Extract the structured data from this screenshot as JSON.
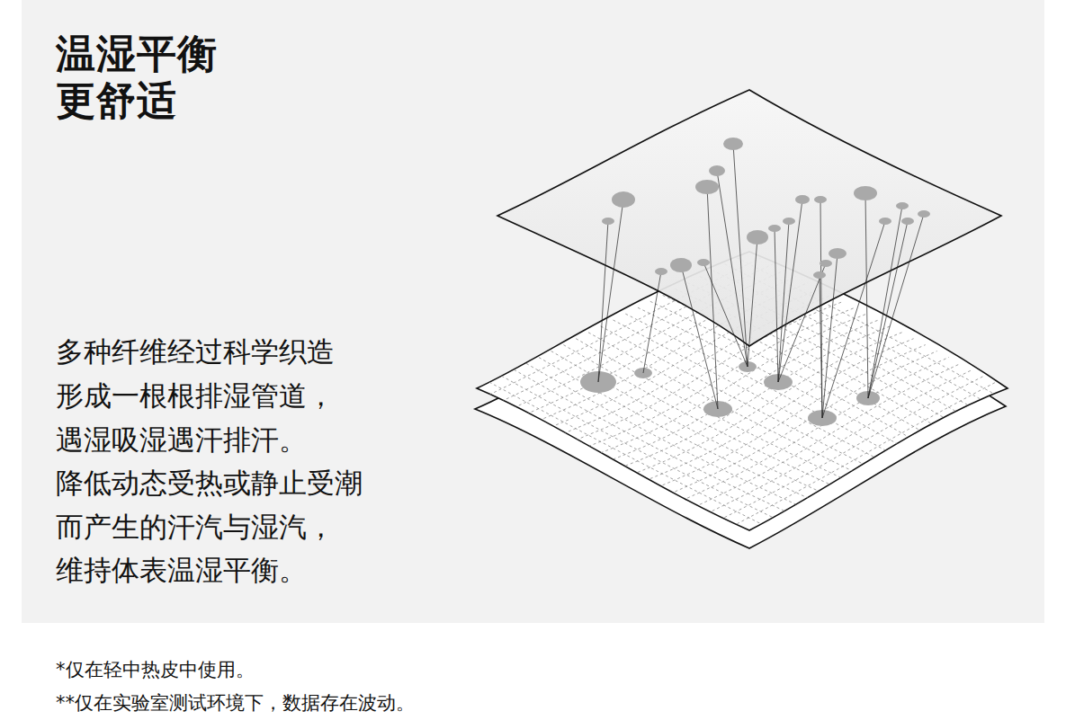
{
  "diagram": {
    "title": "温湿平衡 更舒适",
    "labels": [
      "多种纤维经过科学织造",
      "形成一根根排湿管道，",
      "遇湿吸湿遇汗排汗。",
      "降低动态受热或静止受潮",
      "而产生的汗汽与湿汽，",
      "维持体表温湿平衡。",
      "*仅在轻中热皮中使用。",
      "**仅在实验室测试环境下，数据存在波动。"
    ]
  }
}
